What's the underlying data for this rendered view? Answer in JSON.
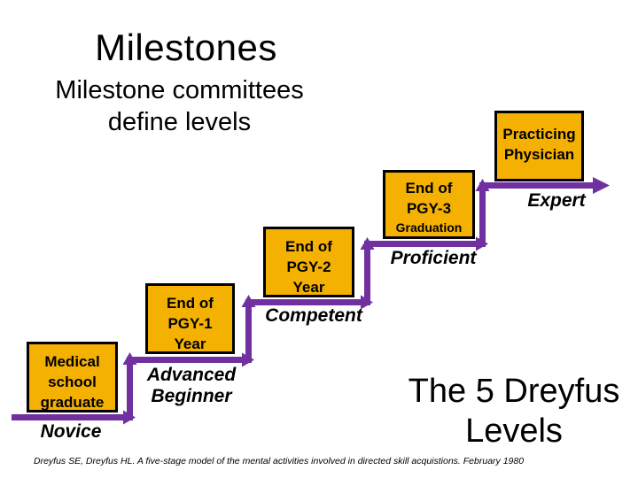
{
  "slide": {
    "title": "Milestones",
    "subtitle": {
      "line1": "Milestone committees",
      "line2": "define levels"
    },
    "caption": {
      "line1": "The 5 Dreyfus",
      "line2": "Levels"
    },
    "citation": "Dreyfus SE, Dreyfus HL. A five-stage model of the mental activities involved in directed skill acquistions. February 1980"
  },
  "colors": {
    "background": "#FFFFFF",
    "box_fill": "#F5B101",
    "box_border": "#000000",
    "arrow": "#7030A0",
    "text": "#000000"
  },
  "stages": [
    {
      "box": {
        "line1": "Medical",
        "line2": "school",
        "line3": "graduate"
      },
      "label": "Novice"
    },
    {
      "box": {
        "line1": "End of",
        "line2": "PGY-1",
        "line3": "Year"
      },
      "label": "Advanced Beginner"
    },
    {
      "box": {
        "line1": "End of",
        "line2": "PGY-2",
        "line3": "Year"
      },
      "label": "Competent"
    },
    {
      "box": {
        "line1": "End of",
        "line2": "PGY-3",
        "line3": "Graduation"
      },
      "label": "Proficient"
    },
    {
      "box": {
        "line1": "Practicing",
        "line2": "Physician"
      },
      "label": "Expert"
    }
  ]
}
